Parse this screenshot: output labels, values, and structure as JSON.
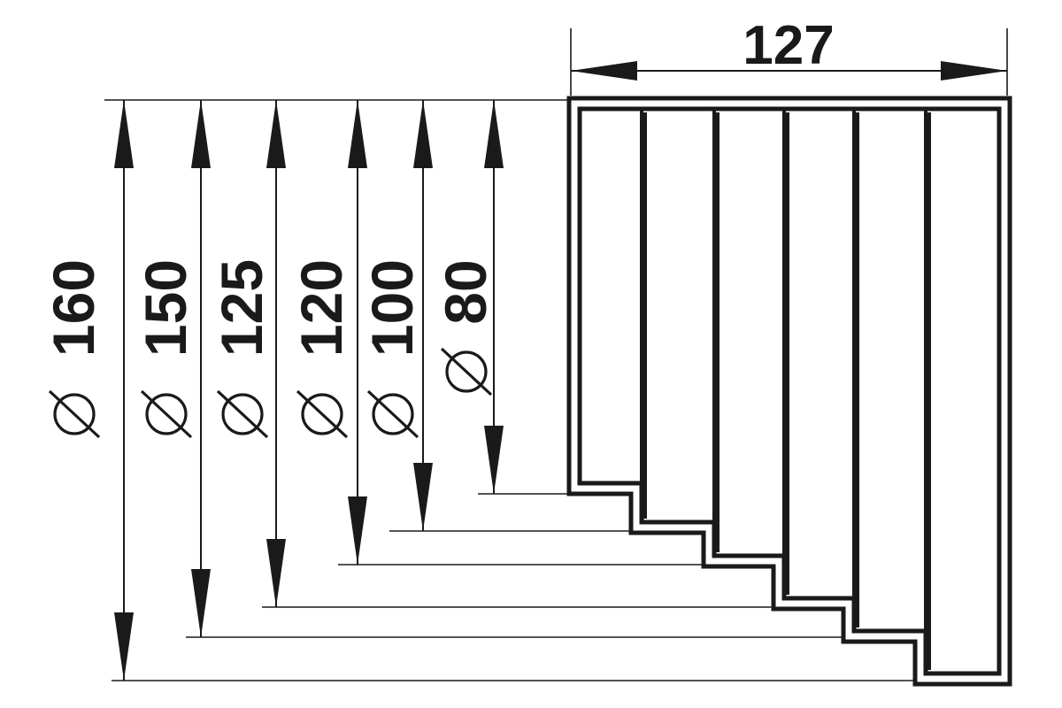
{
  "diagram": {
    "width_label": "127",
    "diameter_symbol": "Ø",
    "dimensions": [
      {
        "label": "160"
      },
      {
        "label": "150"
      },
      {
        "label": "125"
      },
      {
        "label": "120"
      },
      {
        "label": "100"
      },
      {
        "label": "80"
      }
    ]
  }
}
